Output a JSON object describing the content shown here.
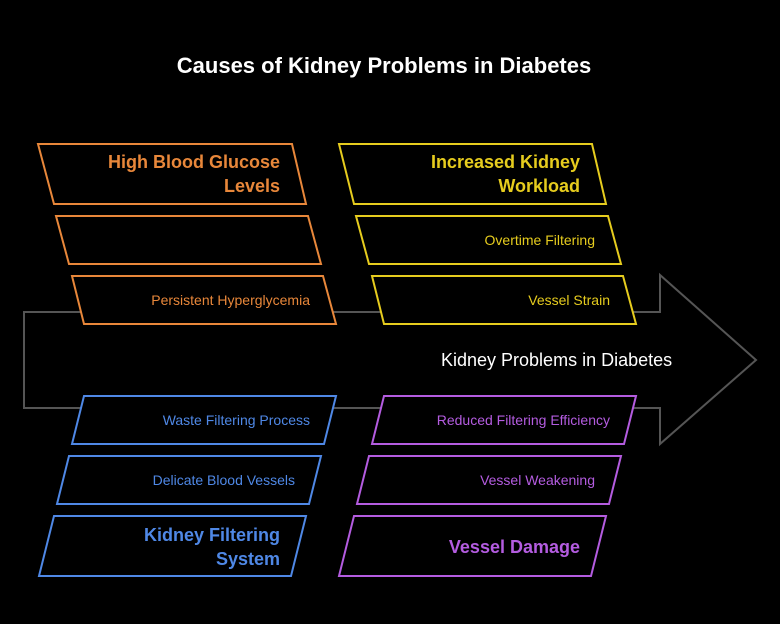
{
  "title": "Causes of Kidney Problems in Diabetes",
  "center_label": "Kidney Problems in Diabetes",
  "colors": {
    "arrow": "#555555",
    "orange": "#E8873A",
    "yellow": "#E6CC1E",
    "blue": "#4F88E6",
    "purple": "#B45CE0"
  },
  "groups": {
    "orange": {
      "heading": [
        "High Blood Glucose",
        "Levels"
      ],
      "items": [
        "",
        "Persistent Hyperglycemia"
      ]
    },
    "yellow": {
      "heading": [
        "Increased Kidney",
        "Workload"
      ],
      "items": [
        "Overtime Filtering",
        "Vessel Strain"
      ]
    },
    "blue": {
      "items": [
        "Waste Filtering Process",
        "Delicate Blood Vessels"
      ],
      "heading": [
        "Kidney Filtering",
        "System"
      ]
    },
    "purple": {
      "items": [
        "Reduced Filtering Efficiency",
        "Vessel Weakening"
      ],
      "heading": [
        "Vessel Damage"
      ]
    }
  }
}
